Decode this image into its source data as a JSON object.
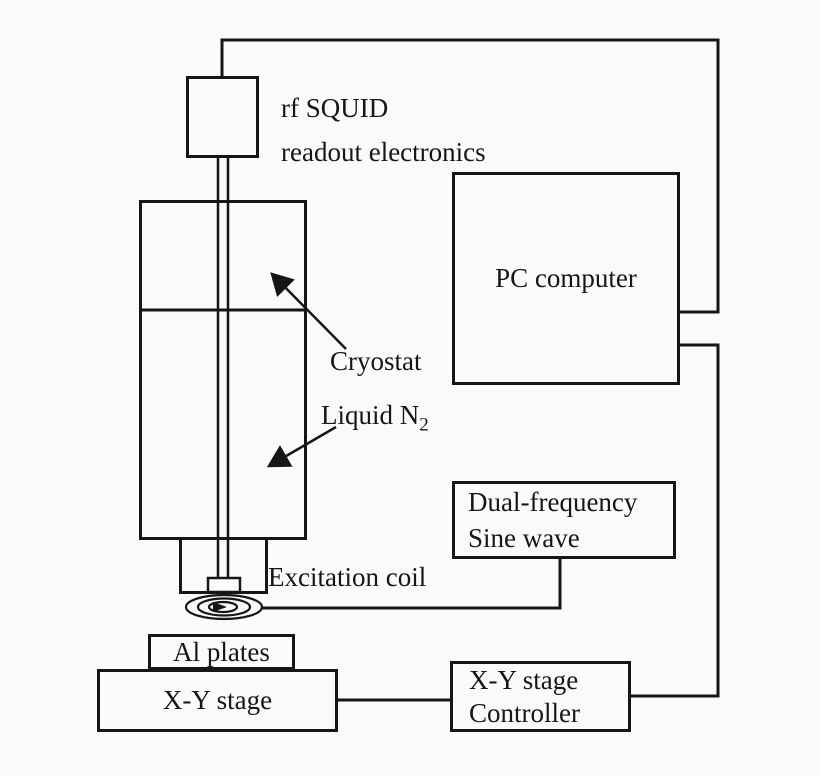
{
  "colors": {
    "bg": "#fafaf8",
    "ink": "#161616"
  },
  "labels": {
    "readout_line1": "rf SQUID",
    "readout_line2": "readout electronics",
    "pc": "PC computer",
    "cryostat": "Cryostat",
    "liquid_main": "Liquid N",
    "liquid_sub": "2",
    "excitation": "Excitation coil",
    "dual_line1": "Dual-frequency",
    "dual_line2": "Sine wave",
    "al_plates": "Al plates",
    "xy_stage": "X-Y stage",
    "controller_line1": "X-Y stage",
    "controller_line2": "Controller"
  }
}
